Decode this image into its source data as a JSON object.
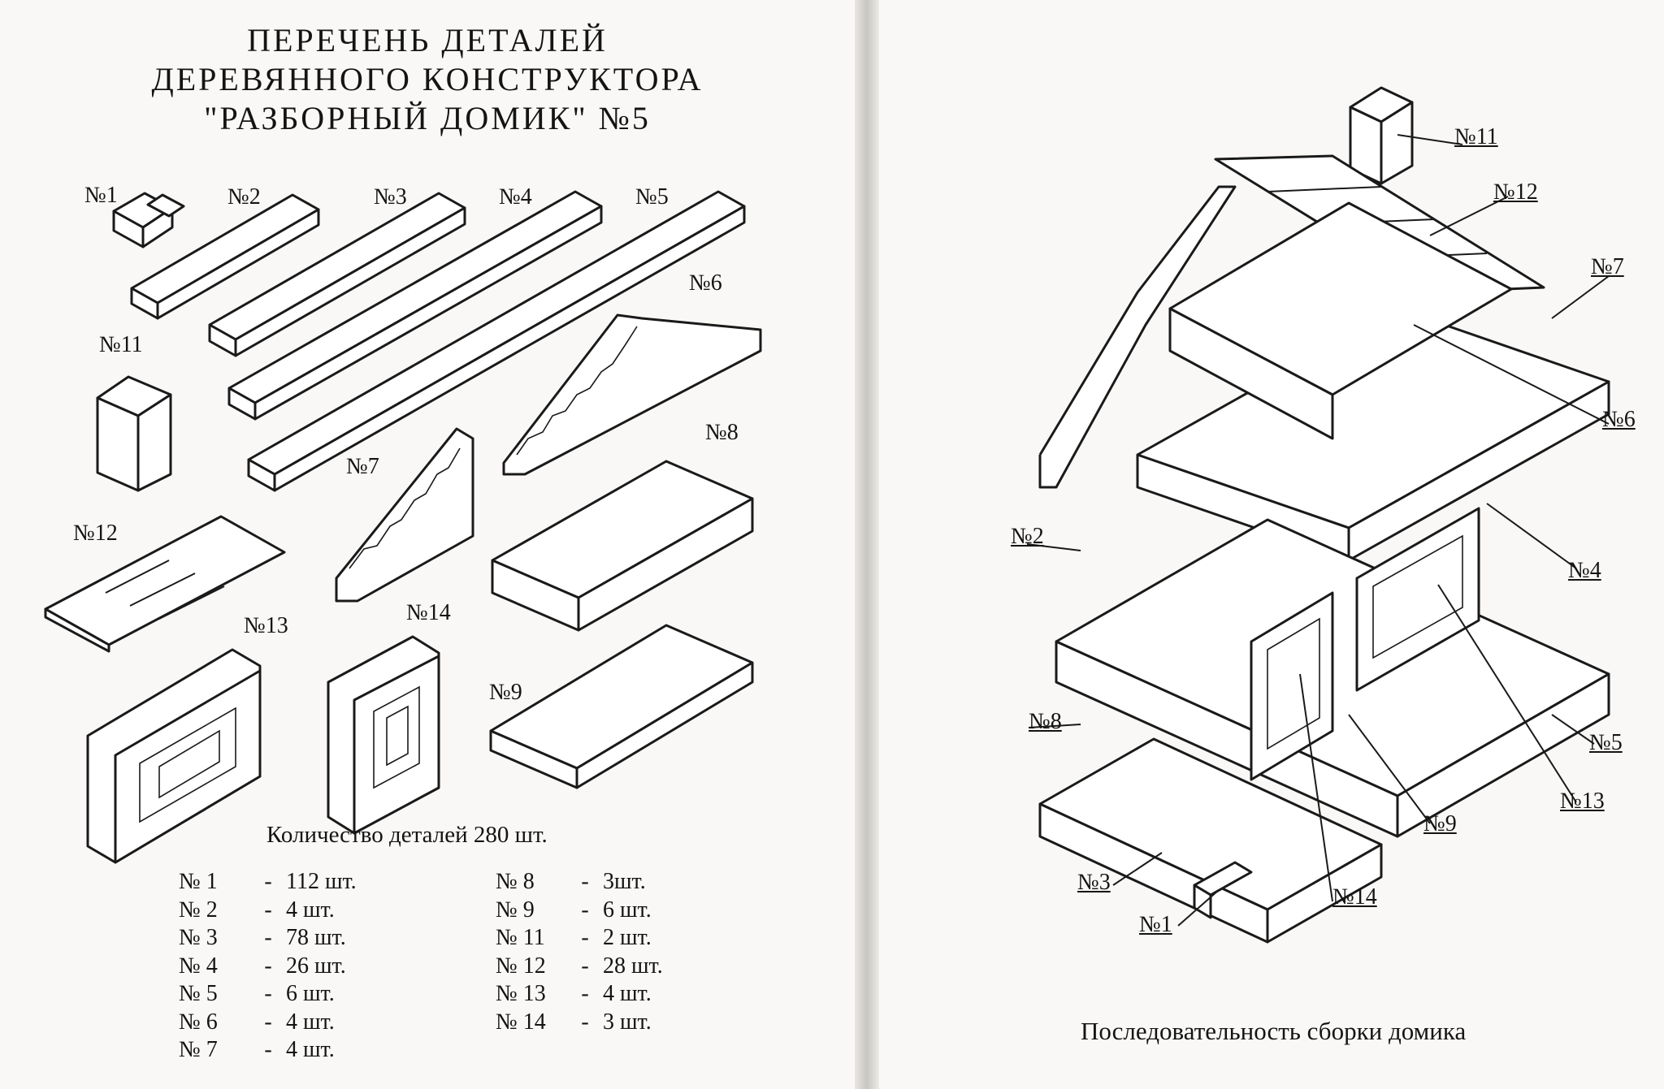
{
  "title": {
    "line1": "ПЕРЕЧЕНЬ ДЕТАЛЕЙ",
    "line2": "ДЕРЕВЯННОГО КОНСТРУКТОРА",
    "line3": "\"РАЗБОРНЫЙ ДОМИК\" №5"
  },
  "parts_labels": {
    "n1": "№1",
    "n2": "№2",
    "n3": "№3",
    "n4": "№4",
    "n5": "№5",
    "n6": "№6",
    "n7": "№7",
    "n8": "№8",
    "n9": "№9",
    "n11": "№11",
    "n12": "№12",
    "n13": "№13",
    "n14": "№14"
  },
  "total": "Количество деталей 280 шт.",
  "dash": "-",
  "quantities": [
    {
      "num": "№ 1",
      "count": "112 шт."
    },
    {
      "num": "№ 2",
      "count": "4 шт."
    },
    {
      "num": "№ 3",
      "count": "78 шт."
    },
    {
      "num": "№ 4",
      "count": "26 шт."
    },
    {
      "num": "№ 5",
      "count": "6 шт."
    },
    {
      "num": "№ 6",
      "count": "4 шт."
    },
    {
      "num": "№ 7",
      "count": "4 шт."
    },
    {
      "num": "№ 8",
      "count": "3шт."
    },
    {
      "num": "№ 9",
      "count": "6 шт."
    },
    {
      "num": "№ 11",
      "count": "2 шт."
    },
    {
      "num": "№ 12",
      "count": "28 шт."
    },
    {
      "num": "№ 13",
      "count": "4 шт."
    },
    {
      "num": "№ 14",
      "count": "3 шт."
    }
  ],
  "assembly_labels": {
    "n11": "№11",
    "n12": "№12",
    "n7": "№7",
    "n6": "№6",
    "n4": "№4",
    "n2": "№2",
    "n5": "№5",
    "n13": "№13",
    "n8": "№8",
    "n9": "№9",
    "n3": "№3",
    "n14": "№14",
    "n1": "№1"
  },
  "caption": "Последовательность сборки домика"
}
